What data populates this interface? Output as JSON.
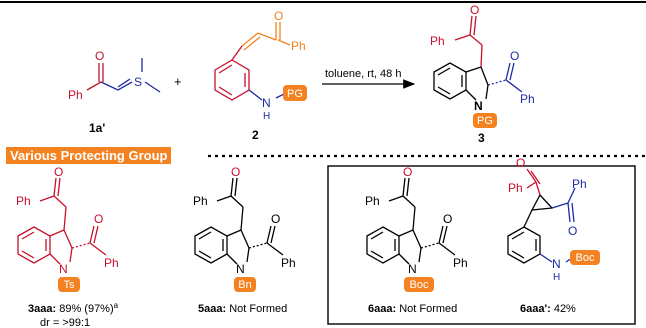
{
  "colors": {
    "red": "#c8102e",
    "blue": "#1f2aa6",
    "orange": "#f58220",
    "black": "#000000"
  },
  "reaction": {
    "reagent_1": {
      "id": "1a'",
      "atoms": {
        "O": "O",
        "Ph": "Ph",
        "S": "S"
      }
    },
    "plus": "+",
    "reagent_2": {
      "id": "2",
      "atoms": {
        "O": "O",
        "Ph": "Ph",
        "N": "N",
        "H": "H",
        "PG": "PG"
      }
    },
    "conditions": "toluene, rt, 48 h",
    "product": {
      "id": "3",
      "atoms": {
        "O": "O",
        "Ph_top": "Ph",
        "O2": "O",
        "Ph2": "Ph",
        "N": "N",
        "PG": "PG"
      }
    }
  },
  "section": {
    "title": "Various Protecting Group"
  },
  "examples": [
    {
      "id": "3aaa",
      "result": " 89% (97%)",
      "sup": "a",
      "line2": "dr = >99:1",
      "pg": "Ts",
      "atoms": {
        "O": "O",
        "Ph": "Ph",
        "O2": "O",
        "Ph2": "Ph",
        "N": "N"
      }
    },
    {
      "id": "5aaa",
      "result": " Not Formed",
      "pg": "Bn",
      "atoms": {
        "O": "O",
        "Ph": "Ph",
        "O2": "O",
        "Ph2": "Ph",
        "N": "N"
      }
    },
    {
      "id": "6aaa",
      "result": " Not Formed",
      "pg": "Boc",
      "atoms": {
        "O": "O",
        "Ph": "Ph",
        "O2": "O",
        "Ph2": "Ph",
        "N": "N"
      }
    },
    {
      "id": "6aaa'",
      "result": " 42%",
      "pg": "Boc",
      "atoms": {
        "O": "O",
        "Ph": "Ph",
        "O2": "O",
        "Ph2": "Ph",
        "N": "N",
        "H": "H"
      }
    }
  ]
}
